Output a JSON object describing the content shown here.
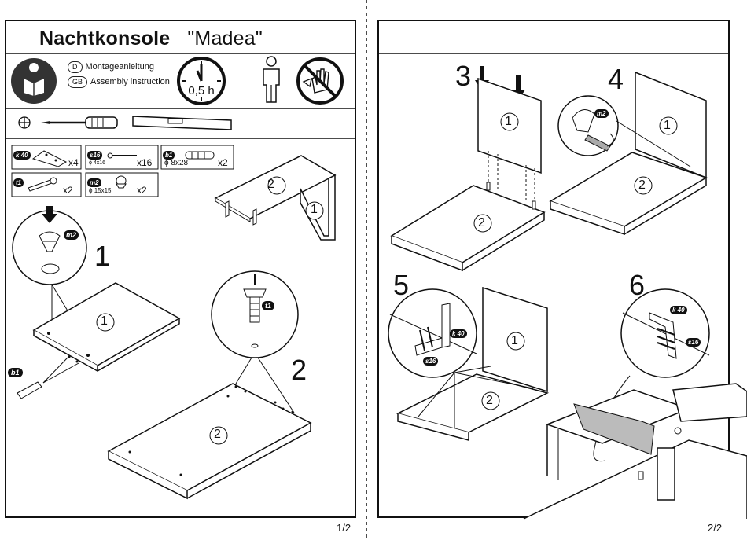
{
  "header": {
    "product": "Nachtkonsole",
    "model": "\"Madea\"",
    "lang_de_code": "D",
    "lang_de_text": "Montageanleitung",
    "lang_gb_code": "GB",
    "lang_gb_text": "Assembly instruction",
    "time": "0,5 h"
  },
  "parts": [
    {
      "code": "k 40",
      "qty": "x4",
      "size": ""
    },
    {
      "code": "s16",
      "qty": "x16",
      "size": "ϕ 4x16"
    },
    {
      "code": "b1",
      "qty": "x2",
      "size": "ϕ 8x28"
    },
    {
      "code": "t1",
      "qty": "x2",
      "size": ""
    },
    {
      "code": "m2",
      "qty": "x2",
      "size": "ϕ 15x15"
    }
  ],
  "steps": [
    "1",
    "2",
    "3",
    "4",
    "5",
    "6"
  ],
  "panel_labels": {
    "p1": "1",
    "p2": "2"
  },
  "callouts": {
    "m2": "m2",
    "t1": "t1",
    "b1": "b1",
    "k40": "k 40",
    "s16": "s16"
  },
  "pages": {
    "left": "1/2",
    "right": "2/2"
  },
  "colors": {
    "line": "#111111",
    "panel": "#ffffff",
    "badge": "#111111",
    "grey_icon": "#9a9a9a"
  }
}
